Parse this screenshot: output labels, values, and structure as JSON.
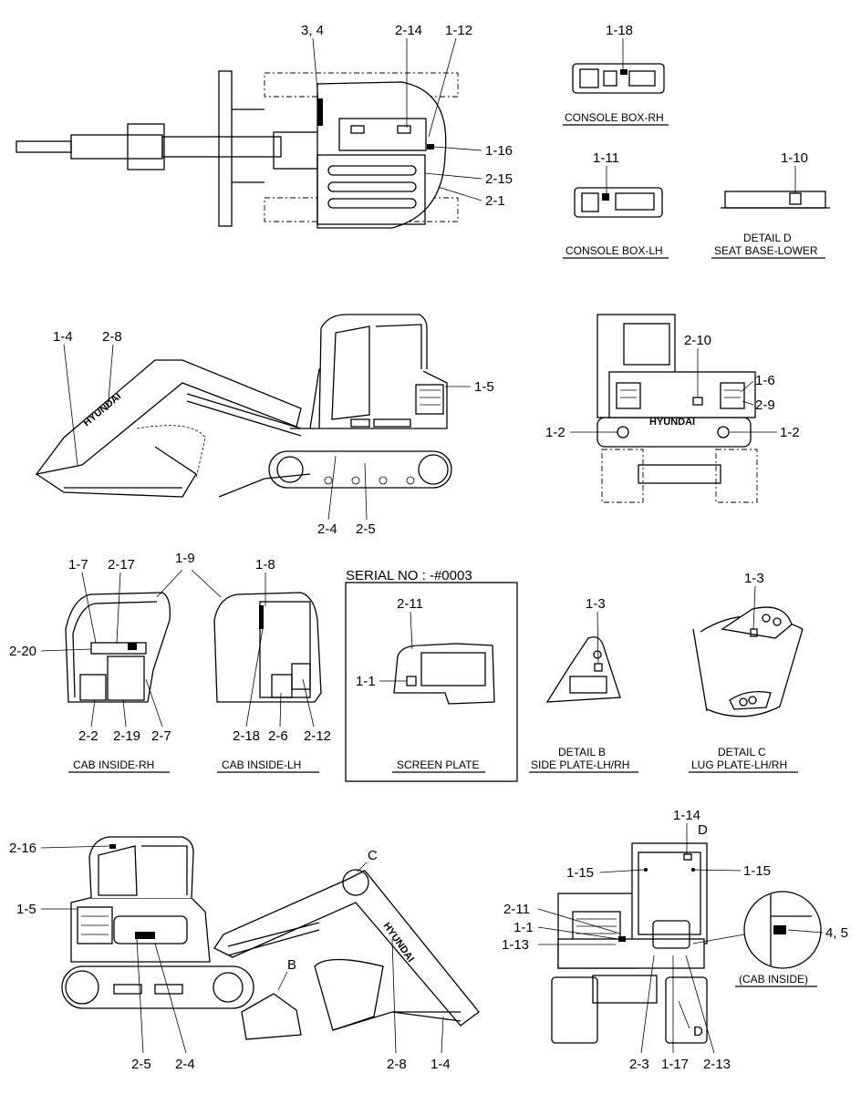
{
  "serial_text": "SERIAL NO : -#0003",
  "captions": {
    "console_rh": "CONSOLE BOX-RH",
    "console_lh": "CONSOLE BOX-LH",
    "detail_d_1": "DETAIL D",
    "detail_d_2": "SEAT BASE-LOWER",
    "cab_rh": "CAB INSIDE-RH",
    "cab_lh": "CAB INSIDE-LH",
    "screen_plate": "SCREEN PLATE",
    "detail_b_1": "DETAIL B",
    "detail_b_2": "SIDE PLATE-LH/RH",
    "detail_c_1": "DETAIL C",
    "detail_c_2": "LUG PLATE-LH/RH",
    "cab_inside": "(CAB INSIDE)"
  },
  "brand": "HYUNDAI",
  "detail_marks": {
    "b": "B",
    "c": "C",
    "d": "D"
  },
  "callouts": {
    "top_3_4": "3, 4",
    "top_2_14": "2-14",
    "top_1_12": "1-12",
    "top_1_16": "1-16",
    "top_2_15": "2-15",
    "top_2_1": "2-1",
    "c_1_18": "1-18",
    "c_1_11": "1-11",
    "c_1_10": "1-10",
    "side_1_4": "1-4",
    "side_2_8": "2-8",
    "side_1_5": "1-5",
    "side_2_4": "2-4",
    "side_2_5": "2-5",
    "rear_2_10": "2-10",
    "rear_1_6": "1-6",
    "rear_2_9": "2-9",
    "rear_1_2_l": "1-2",
    "rear_1_2_r": "1-2",
    "cab_1_7": "1-7",
    "cab_2_17": "2-17",
    "cab_1_9": "1-9",
    "cab_1_8": "1-8",
    "cab_2_20": "2-20",
    "cab_2_2": "2-2",
    "cab_2_19": "2-19",
    "cab_2_7": "2-7",
    "cab_2_18": "2-18",
    "cab_2_6": "2-6",
    "cab_2_12": "2-12",
    "scr_2_11": "2-11",
    "scr_1_1": "1-1",
    "b_1_3": "1-3",
    "c_1_3": "1-3",
    "ls_2_16": "2-16",
    "ls_1_5": "1-5",
    "ls_2_5": "2-5",
    "ls_2_4": "2-4",
    "ls_2_8": "2-8",
    "ls_1_4": "1-4",
    "f_1_14": "1-14",
    "f_1_15_l": "1-15",
    "f_1_15_r": "1-15",
    "f_2_11": "2-11",
    "f_1_1": "1-1",
    "f_1_13": "1-13",
    "f_4_5": "4, 5",
    "f_2_3": "2-3",
    "f_1_17": "1-17",
    "f_2_13": "2-13"
  }
}
